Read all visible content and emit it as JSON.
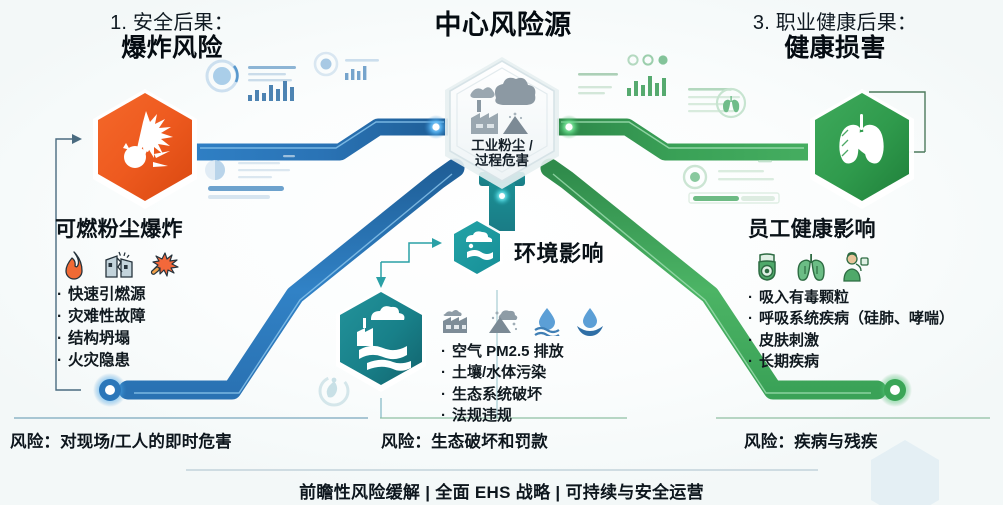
{
  "theme": {
    "explosion_orange": "#ee5a1f",
    "blue": "#2b76b9",
    "blue_dark": "#1f5d96",
    "teal": "#17808a",
    "teal_light": "#23a0a4",
    "green": "#3aa557",
    "green_dark": "#2e8b48",
    "text_dark": "#0d161d",
    "bg": "#f4f9f9"
  },
  "headers": {
    "left": {
      "line1": "1. 安全后果：",
      "line2": "爆炸风险"
    },
    "center": {
      "line1": "",
      "line2": "中心风险源"
    },
    "right": {
      "line1": "3. 职业健康后果：",
      "line2": "健康损害"
    }
  },
  "center_node": {
    "icon": "factory-smoke-dustpile-icon",
    "caption_line1": "工业粉尘 /",
    "caption_line2": "过程危害"
  },
  "left_branch": {
    "node_icon": "explosion-bomb-icon",
    "subtitle": "可燃粉尘爆炸",
    "icons": [
      "fire-icon",
      "collapsing-building-icon",
      "explosion-spark-icon"
    ],
    "bullets": [
      "快速引燃源",
      "灾难性故障",
      "结构坍塌",
      "火灾隐患"
    ],
    "risk_caption": "风险：对现场/工人的即时危害"
  },
  "middle_branch": {
    "badge_icon": "polluted-water-cloud-icon",
    "badge_label": "环境影响",
    "node_icon": "factory-river-pollution-icon",
    "icons": [
      "factory-emission-icon",
      "dust-mountain-icon",
      "water-droplet-waves-icon",
      "water-bowl-icon"
    ],
    "bullets": [
      "空气 PM2.5 排放",
      "土壤/水体污染",
      "生态系统破坏",
      "法规违规"
    ],
    "risk_caption": "风险：生态破坏和罚款"
  },
  "right_branch": {
    "node_icon": "lungs-heart-icon",
    "subtitle": "员工健康影响",
    "icons": [
      "gas-mask-icon",
      "lungs-icon",
      "coughing-worker-icon"
    ],
    "bullets": [
      "吸入有毒颗粒",
      "呼吸系统疾病（硅肺、哮喘）",
      "皮肤刺激",
      "长期疾病"
    ],
    "risk_caption": "风险：疾病与残疾"
  },
  "footer": {
    "text": "前瞻性风险缓解 | 全面 EHS 战略 | 可持续与安全运营"
  }
}
